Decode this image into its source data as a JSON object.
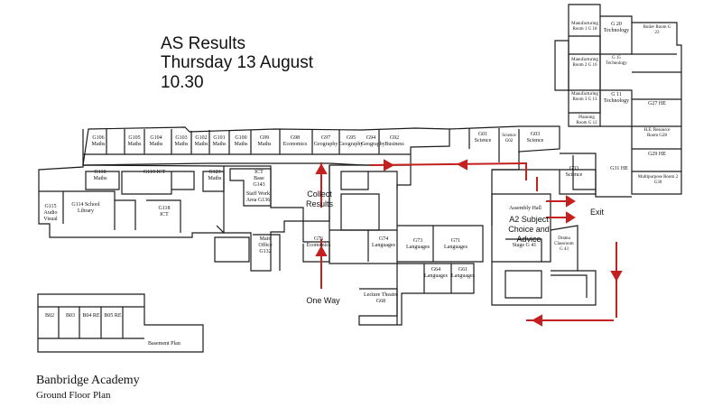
{
  "event": {
    "title": "AS Results",
    "date": "Thursday 13 August",
    "time": "10.30"
  },
  "annotations": {
    "collect": "Collect Results",
    "one_way": "One Way",
    "exit": "Exit",
    "a2": "A2 Subject Choice and Advice"
  },
  "footer": {
    "school": "Banbridge Academy",
    "plan": "Ground Floor Plan"
  },
  "basement": {
    "label": "Basement Plan",
    "rooms": [
      "B02",
      "B03",
      "B04 RE",
      "B05 RE"
    ]
  },
  "rooms": [
    {
      "id": "g106",
      "label": "G106 Maths"
    },
    {
      "id": "g105",
      "label": "G105 Maths"
    },
    {
      "id": "g104",
      "label": "G104 Maths"
    },
    {
      "id": "g103",
      "label": "G103 Maths"
    },
    {
      "id": "g102",
      "label": "G102 Maths"
    },
    {
      "id": "g101",
      "label": "G101 Maths"
    },
    {
      "id": "g100",
      "label": "G100 Maths"
    },
    {
      "id": "g99",
      "label": "G99 Maths"
    },
    {
      "id": "g98",
      "label": "G98 Economics"
    },
    {
      "id": "g97",
      "label": "G97 Geography"
    },
    {
      "id": "g95",
      "label": "G95 Geography"
    },
    {
      "id": "g94",
      "label": "G94 Geography"
    },
    {
      "id": "g92",
      "label": "G92 Business"
    },
    {
      "id": "g110",
      "label": "G110 Maths"
    },
    {
      "id": "g119",
      "label": "G119 ICT"
    },
    {
      "id": "g123",
      "label": "G123 Maths"
    },
    {
      "id": "g143",
      "label": "ICT Base G143"
    },
    {
      "id": "g136",
      "label": "Staff Work Area G136"
    },
    {
      "id": "g114",
      "label": "G114 School Library"
    },
    {
      "id": "g115",
      "label": "G115 Audio Visual"
    },
    {
      "id": "g118",
      "label": "G118 ICT"
    },
    {
      "id": "g132",
      "label": "Main Office G132"
    },
    {
      "id": "g76",
      "label": "G76 Economics"
    },
    {
      "id": "g74",
      "label": "G74 Languages"
    },
    {
      "id": "g73",
      "label": "G73 Languages"
    },
    {
      "id": "g71",
      "label": "G71 Languages"
    },
    {
      "id": "g64",
      "label": "G64 Languages"
    },
    {
      "id": "g61",
      "label": "G61 Languages"
    },
    {
      "id": "g68",
      "label": "Lecture Theatre G68"
    },
    {
      "id": "g01",
      "label": "G01 Science"
    },
    {
      "id": "g02",
      "label": "Science G02"
    },
    {
      "id": "g03",
      "label": "G03 Science"
    },
    {
      "id": "g33",
      "label": "G33 Science"
    },
    {
      "id": "g31",
      "label": "G31 HE"
    },
    {
      "id": "g41",
      "label": "Assembly Hall"
    },
    {
      "id": "stage",
      "label": "Stage G 41"
    },
    {
      "id": "g43",
      "label": "Drama Classroom G 43"
    },
    {
      "id": "g12",
      "label": "Planning Room G 12"
    },
    {
      "id": "g13",
      "label": "Manufacturing Room 3 G 13"
    },
    {
      "id": "g11",
      "label": "G 11 Technology"
    },
    {
      "id": "g16",
      "label": "Manufacturing Room 2 G 16"
    },
    {
      "id": "g15",
      "label": "G 15 Technology"
    },
    {
      "id": "g18",
      "label": "Manufacturing Room 1 G 18"
    },
    {
      "id": "g20",
      "label": "G 20 Technology"
    },
    {
      "id": "g23",
      "label": "Boiler Room G 23"
    },
    {
      "id": "g27",
      "label": "G27 HE"
    },
    {
      "id": "g28",
      "label": "H.E. Resource Room G28"
    },
    {
      "id": "g29",
      "label": "G29 HE"
    },
    {
      "id": "g30",
      "label": "Multipurpose Room 2 G30"
    }
  ],
  "colors": {
    "arrow": "#c3201f",
    "line": "#1a1a1a"
  }
}
